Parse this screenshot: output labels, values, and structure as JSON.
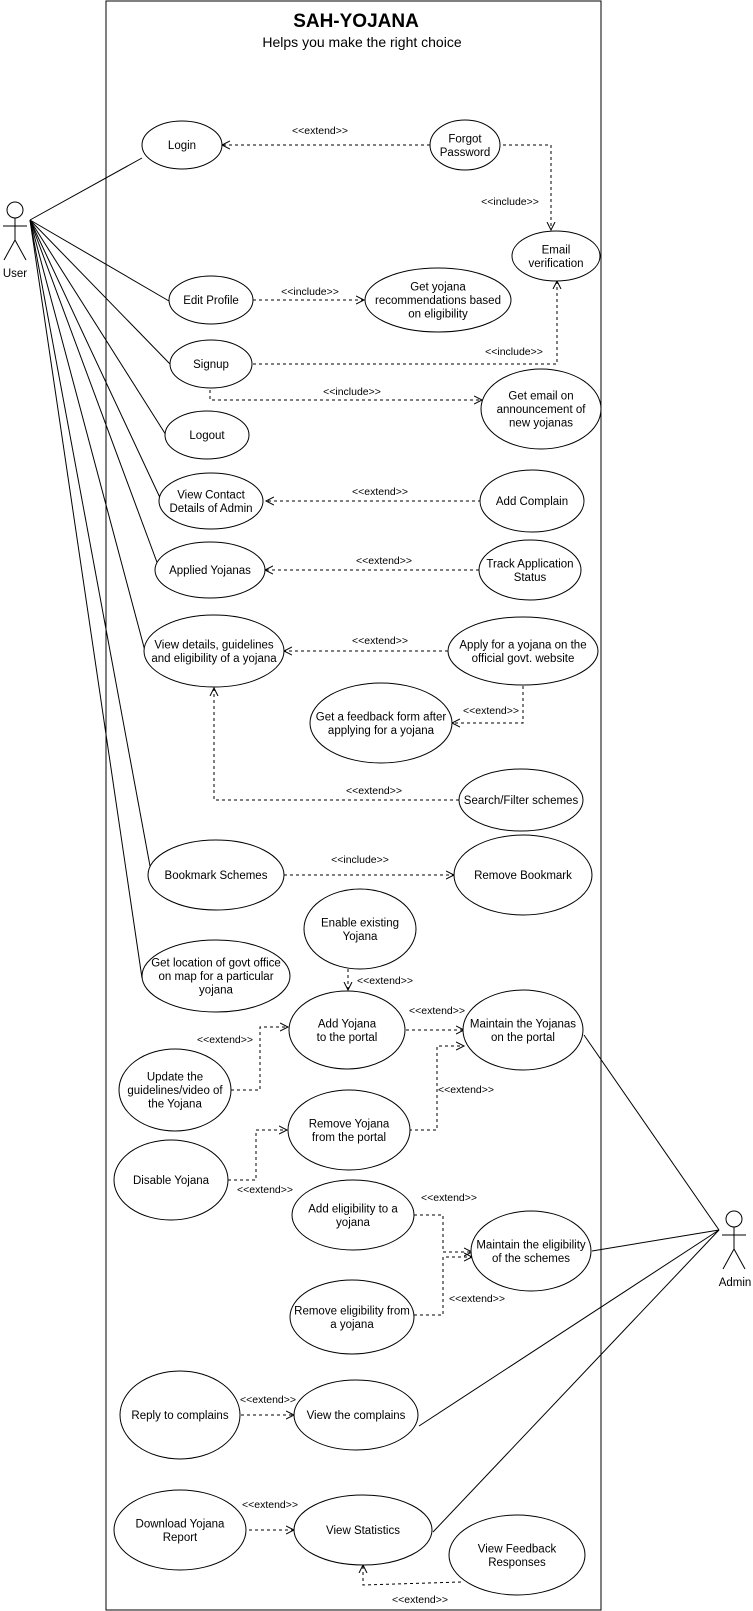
{
  "system": {
    "title": "SAH-YOJANA",
    "subtitle": "Helps you make the right choice"
  },
  "actors": {
    "user": "User",
    "admin": "Admin"
  },
  "use_cases": {
    "login": [
      "Login"
    ],
    "forgot_password": [
      "Forgot",
      "Password"
    ],
    "email_verification": [
      "Email",
      "verification"
    ],
    "edit_profile": [
      "Edit Profile"
    ],
    "get_recommendations": [
      "Get yojana",
      "recommendations based",
      "on eligibility"
    ],
    "signup": [
      "Signup"
    ],
    "email_announcement": [
      "Get email on",
      "announcement of",
      "new yojanas"
    ],
    "logout": [
      "Logout"
    ],
    "view_contact": [
      "View Contact",
      "Details of Admin"
    ],
    "add_complain": [
      "Add Complain"
    ],
    "applied_yojanas": [
      "Applied Yojanas"
    ],
    "track_application": [
      "Track Application",
      "Status"
    ],
    "view_details": [
      "View details, guidelines",
      "and eligibility of a yojana"
    ],
    "apply_yojana": [
      "Apply for a yojana on the",
      "official govt. website"
    ],
    "feedback_form": [
      "Get a feedback form after",
      "applying for a yojana"
    ],
    "search_filter": [
      "Search/Filter schemes"
    ],
    "bookmark": [
      "Bookmark Schemes"
    ],
    "remove_bookmark": [
      "Remove Bookmark"
    ],
    "enable_yojana": [
      "Enable existing",
      "Yojana"
    ],
    "location": [
      "Get location of govt office",
      "on map for a particular",
      "yojana"
    ],
    "add_yojana": [
      "Add Yojana",
      "to the portal"
    ],
    "maintain_yojanas": [
      "Maintain the Yojanas",
      "on the portal"
    ],
    "update_guidelines": [
      "Update the",
      "guidelines/video of",
      "the Yojana"
    ],
    "remove_yojana": [
      "Remove Yojana",
      "from the portal"
    ],
    "disable_yojana": [
      "Disable Yojana"
    ],
    "add_eligibility": [
      "Add eligibility to a",
      "yojana"
    ],
    "maintain_eligibility": [
      "Maintain the eligibility",
      "of the schemes"
    ],
    "remove_eligibility": [
      "Remove eligibility from",
      "a yojana"
    ],
    "reply_complains": [
      "Reply to complains"
    ],
    "view_complains": [
      "View the complains"
    ],
    "download_report": [
      "Download Yojana",
      "Report"
    ],
    "view_statistics": [
      "View Statistics"
    ],
    "view_feedback": [
      "View Feedback",
      "Responses"
    ]
  },
  "relations": {
    "extend": "<<extend>>",
    "include": "<<include>>"
  }
}
